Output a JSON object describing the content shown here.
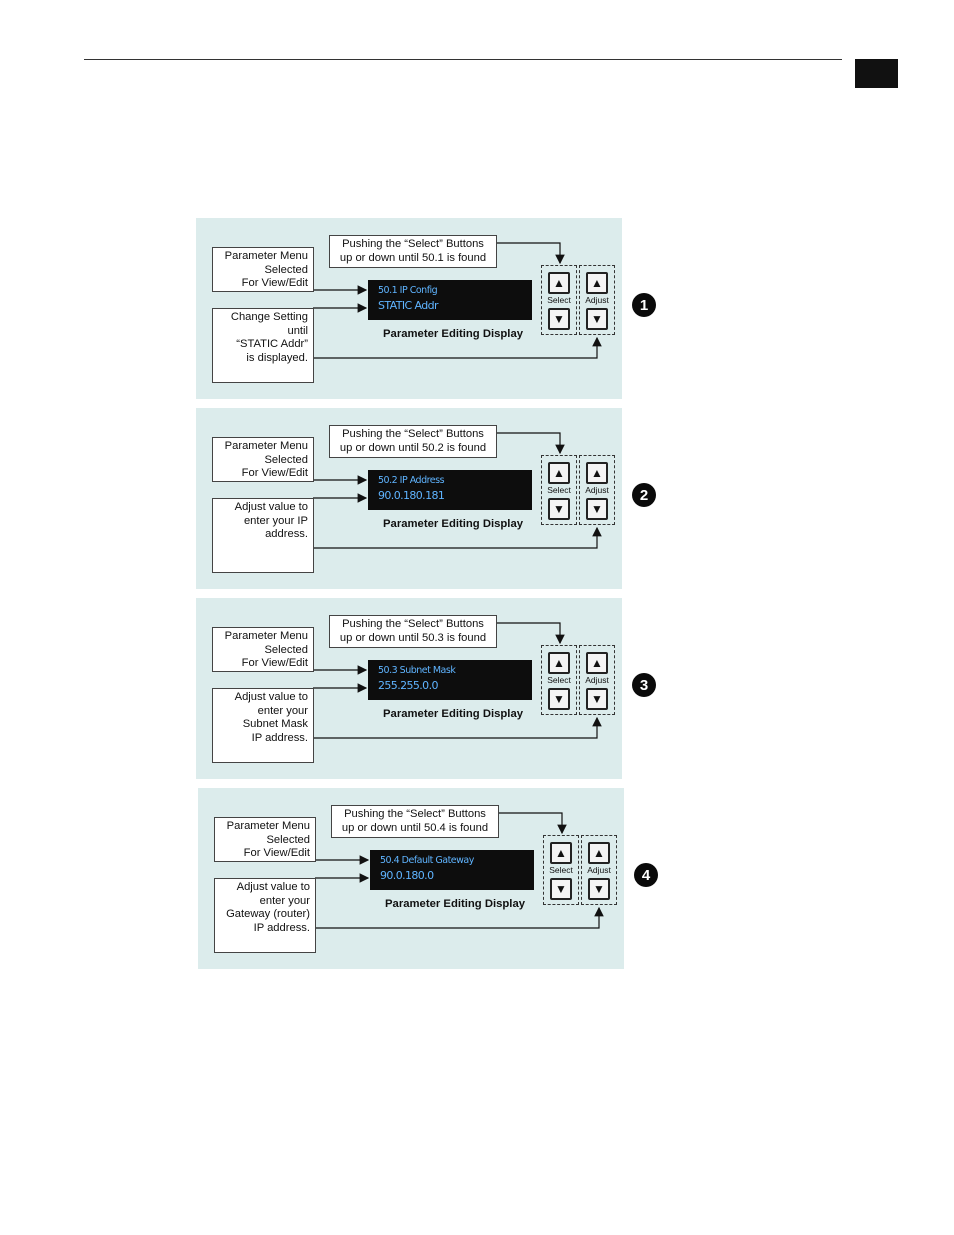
{
  "steps": [
    {
      "number": "1",
      "param_box": [
        "Parameter Menu",
        "Selected",
        "For View/Edit"
      ],
      "instruction_box": [
        "Change Setting",
        "until",
        "“STATIC Addr”",
        "is displayed."
      ],
      "push_box": [
        "Pushing the “Select” Buttons",
        "up or down until 50.1 is found"
      ],
      "display": {
        "line1": "50.1 IP Config",
        "line2": "STATIC Addr",
        "caption": "Parameter Editing Display"
      },
      "select_label": "Select",
      "adjust_label": "Adjust"
    },
    {
      "number": "2",
      "param_box": [
        "Parameter Menu",
        "Selected",
        "For View/Edit"
      ],
      "instruction_box": [
        "Adjust value to",
        "enter your IP",
        "address."
      ],
      "push_box": [
        "Pushing the “Select” Buttons",
        "up or down until 50.2 is found"
      ],
      "display": {
        "line1": "50.2 IP Address",
        "line2": "90.0.180.181",
        "caption": "Parameter Editing Display"
      },
      "select_label": "Select",
      "adjust_label": "Adjust"
    },
    {
      "number": "3",
      "param_box": [
        "Parameter Menu",
        "Selected",
        "For View/Edit"
      ],
      "instruction_box": [
        "Adjust value to",
        "enter your",
        "Subnet Mask",
        "IP address."
      ],
      "push_box": [
        "Pushing the “Select” Buttons",
        "up or down until 50.3 is found"
      ],
      "display": {
        "line1": "50.3 Subnet Mask",
        "line2": "255.255.0.0",
        "caption": "Parameter Editing Display"
      },
      "select_label": "Select",
      "adjust_label": "Adjust"
    },
    {
      "number": "4",
      "param_box": [
        "Parameter Menu",
        "Selected",
        "For View/Edit"
      ],
      "instruction_box": [
        "Adjust value to",
        "enter your",
        "Gateway (router)",
        "IP address."
      ],
      "push_box": [
        "Pushing the “Select” Buttons",
        "up or down until 50.4 is found"
      ],
      "display": {
        "line1": "50.4 Default Gateway",
        "line2": "90.0.180.0",
        "caption": "Parameter Editing Display"
      },
      "select_label": "Select",
      "adjust_label": "Adjust"
    }
  ],
  "icons": {
    "up": "triangle-up-icon",
    "down": "triangle-down-icon"
  },
  "colors": {
    "panel": "#dcecec",
    "lcd_background": "#0d0d0d",
    "lcd_text": "#5fb4ff",
    "step_badge": "#0a0a0a"
  }
}
